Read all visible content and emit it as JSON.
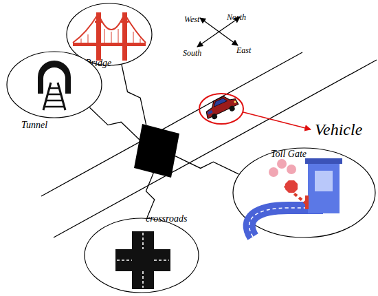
{
  "diagram": {
    "nodes": [
      {
        "text": [
          "Bridge"
        ]
      },
      {
        "text": [
          "Tunnel"
        ]
      },
      {
        "text": []
      },
      {
        "text": [
          "Toll Gate"
        ]
      },
      {
        "text": [
          "crossroads"
        ]
      }
    ],
    "edges": [
      {
        "from": 2,
        "to": 0,
        "arrow": "none"
      },
      {
        "from": 2,
        "to": 1,
        "arrow": "none"
      },
      {
        "from": 2,
        "to": 3,
        "arrow": "none"
      },
      {
        "from": 2,
        "to": 4,
        "arrow": "none"
      }
    ],
    "labels": [
      "West",
      "North",
      "South",
      "East",
      "Vehicle"
    ]
  }
}
